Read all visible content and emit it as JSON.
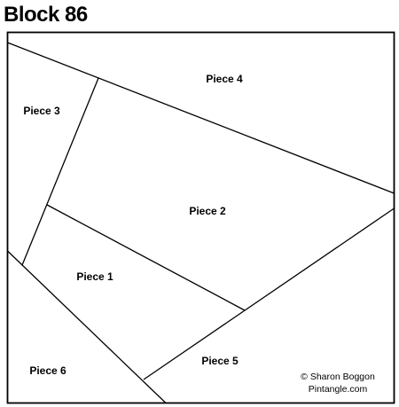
{
  "title": "Block 86",
  "pieces": [
    {
      "id": "piece-1",
      "label": "Piece 1"
    },
    {
      "id": "piece-2",
      "label": "Piece 2"
    },
    {
      "id": "piece-3",
      "label": "Piece 3"
    },
    {
      "id": "piece-4",
      "label": "Piece 4"
    },
    {
      "id": "piece-5",
      "label": "Piece 5"
    },
    {
      "id": "piece-6",
      "label": "Piece 6"
    }
  ],
  "credit": {
    "line1": "© Sharon Boggon",
    "line2": "Pintangle.com"
  }
}
